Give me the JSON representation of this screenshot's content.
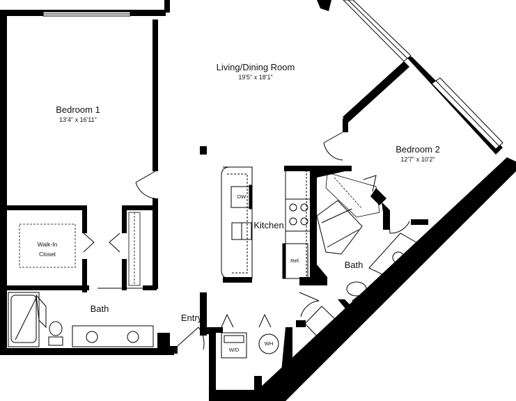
{
  "rooms": {
    "living": {
      "name": "Living/Dining Room",
      "dim": "19'5\" x 18'1\""
    },
    "bedroom1": {
      "name": "Bedroom 1",
      "dim": "13'4\" x 16'11\""
    },
    "bedroom2": {
      "name": "Bedroom 2",
      "dim": "12'7\" x 10'2\""
    },
    "kitchen": {
      "name": "Kitchen"
    },
    "bath1": {
      "name": "Bath"
    },
    "bath2": {
      "name": "Bath"
    },
    "closet": {
      "line1": "Walk-In",
      "line2": "Closet"
    },
    "entry": {
      "name": "Entry"
    }
  },
  "fixtures": {
    "dishwasher": "DW",
    "refrigerator": "Ref.",
    "washer_dryer": "W/D",
    "water_heater": "WH"
  }
}
